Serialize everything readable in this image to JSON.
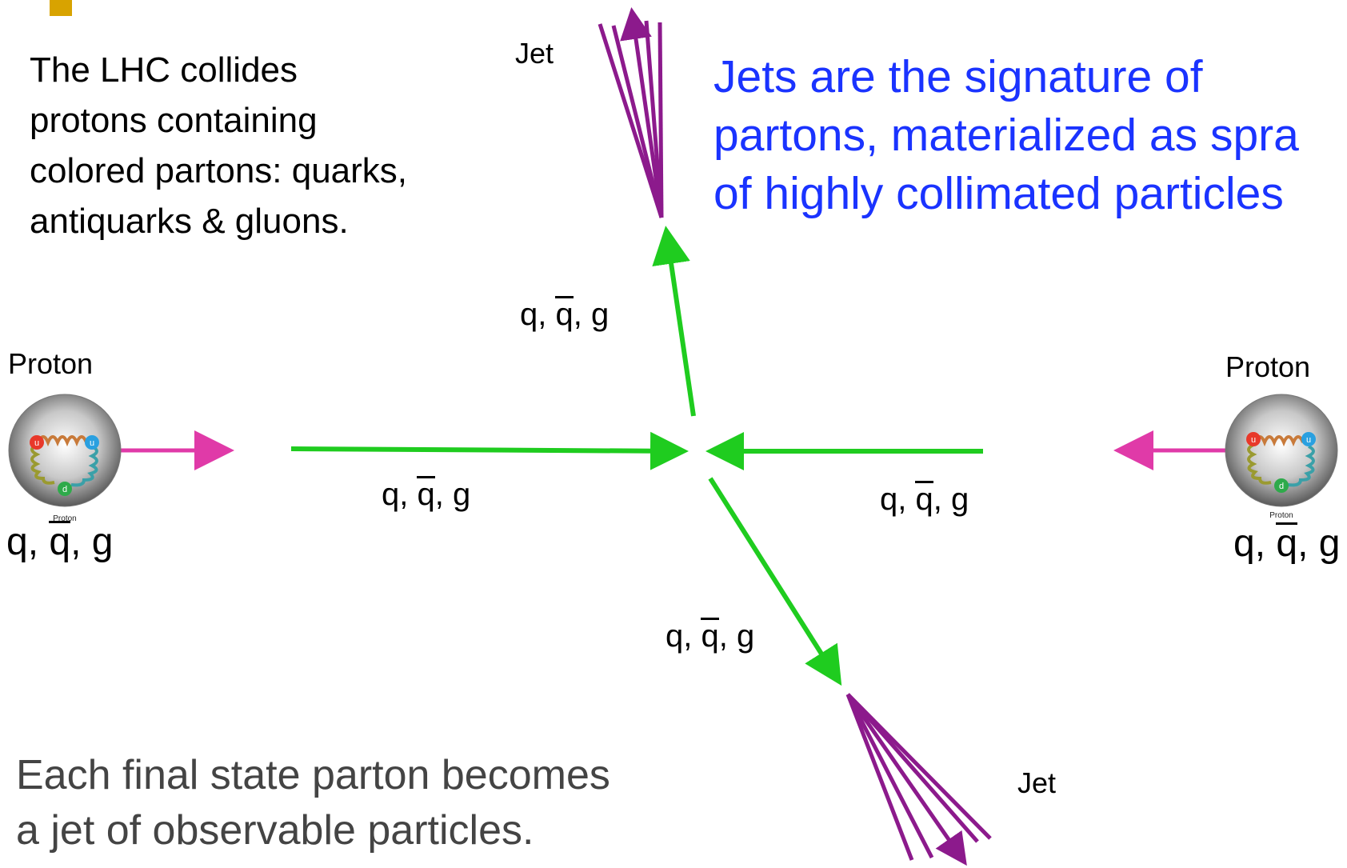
{
  "intro": {
    "line1": "The LHC collides",
    "line2": "protons containing",
    "line3": "colored partons: quarks,",
    "line4": "antiquarks & gluons."
  },
  "headline": {
    "line1": "Jets are the signature of",
    "line2": "partons, materialized as spra",
    "line3": "of highly collimated particles"
  },
  "footer": {
    "line1": "Each final state parton becomes",
    "line2": "a jet of observable particles."
  },
  "labels": {
    "jet_top": "Jet",
    "jet_bottom": "Jet",
    "proton_left": "Proton",
    "proton_right": "Proton",
    "proton_icon_caption": "Proton",
    "quark_u": "u",
    "quark_d": "d",
    "parton_q": "q,",
    "parton_qbar": "q",
    "parton_g": "g",
    "comma": ","
  },
  "colors": {
    "incoming_arrow": "#e03aa8",
    "parton_arrow": "#1fcc1f",
    "jet": "#8c1a8c",
    "headline": "#1a33ff",
    "footer": "#444444",
    "quark_red": "#e8382a",
    "quark_blue": "#2aa0e0",
    "quark_green": "#2eaa4a",
    "corner_accent": "#d8a300"
  }
}
